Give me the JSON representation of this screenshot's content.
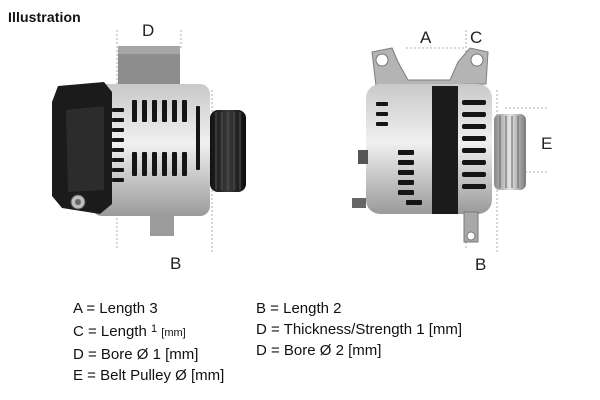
{
  "title": "Illustration",
  "labels": {
    "d_top": "D",
    "b_left": "B",
    "a_right": "A",
    "c_right": "C",
    "e_right": "E",
    "b_right": "B"
  },
  "legend": {
    "a": "A = Length 3",
    "b": "B = Length 2",
    "c_prefix": "C = Length",
    "c_sup": "1",
    "c_suffix": "[mm]",
    "d_thick": "D = Thickness/Strength 1 [mm]",
    "d_bore1": "D = Bore Ø 1 [mm]",
    "d_bore2": "D = Bore Ø 2 [mm]",
    "e": "E = Belt Pulley Ø [mm]"
  }
}
